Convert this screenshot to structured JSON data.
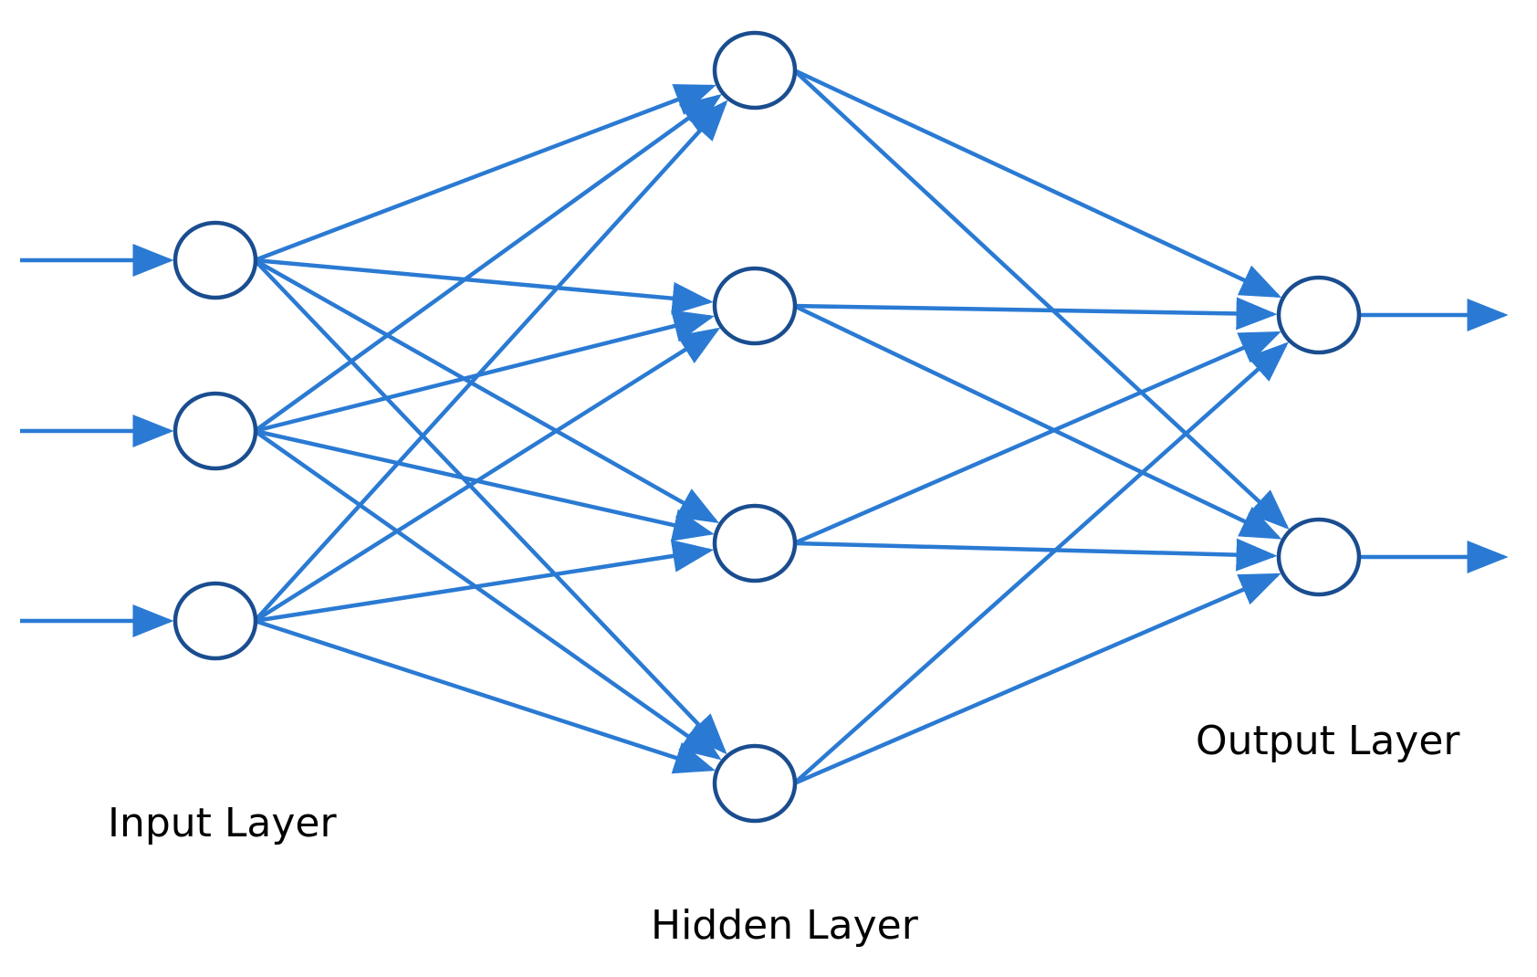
{
  "diagram": {
    "colors": {
      "edge": "#2a7ad3",
      "node_stroke": "#1a4d8f",
      "node_fill": "#ffffff",
      "label_text": "#000000"
    },
    "labels": {
      "input": "Input Layer",
      "hidden": "Hidden Layer",
      "output": "Output Layer"
    },
    "layers": [
      {
        "id": "input",
        "node_count": 3
      },
      {
        "id": "hidden",
        "node_count": 4
      },
      {
        "id": "output",
        "node_count": 2
      }
    ],
    "connections": "fully-connected",
    "external_inputs": 3,
    "external_outputs": 2
  }
}
